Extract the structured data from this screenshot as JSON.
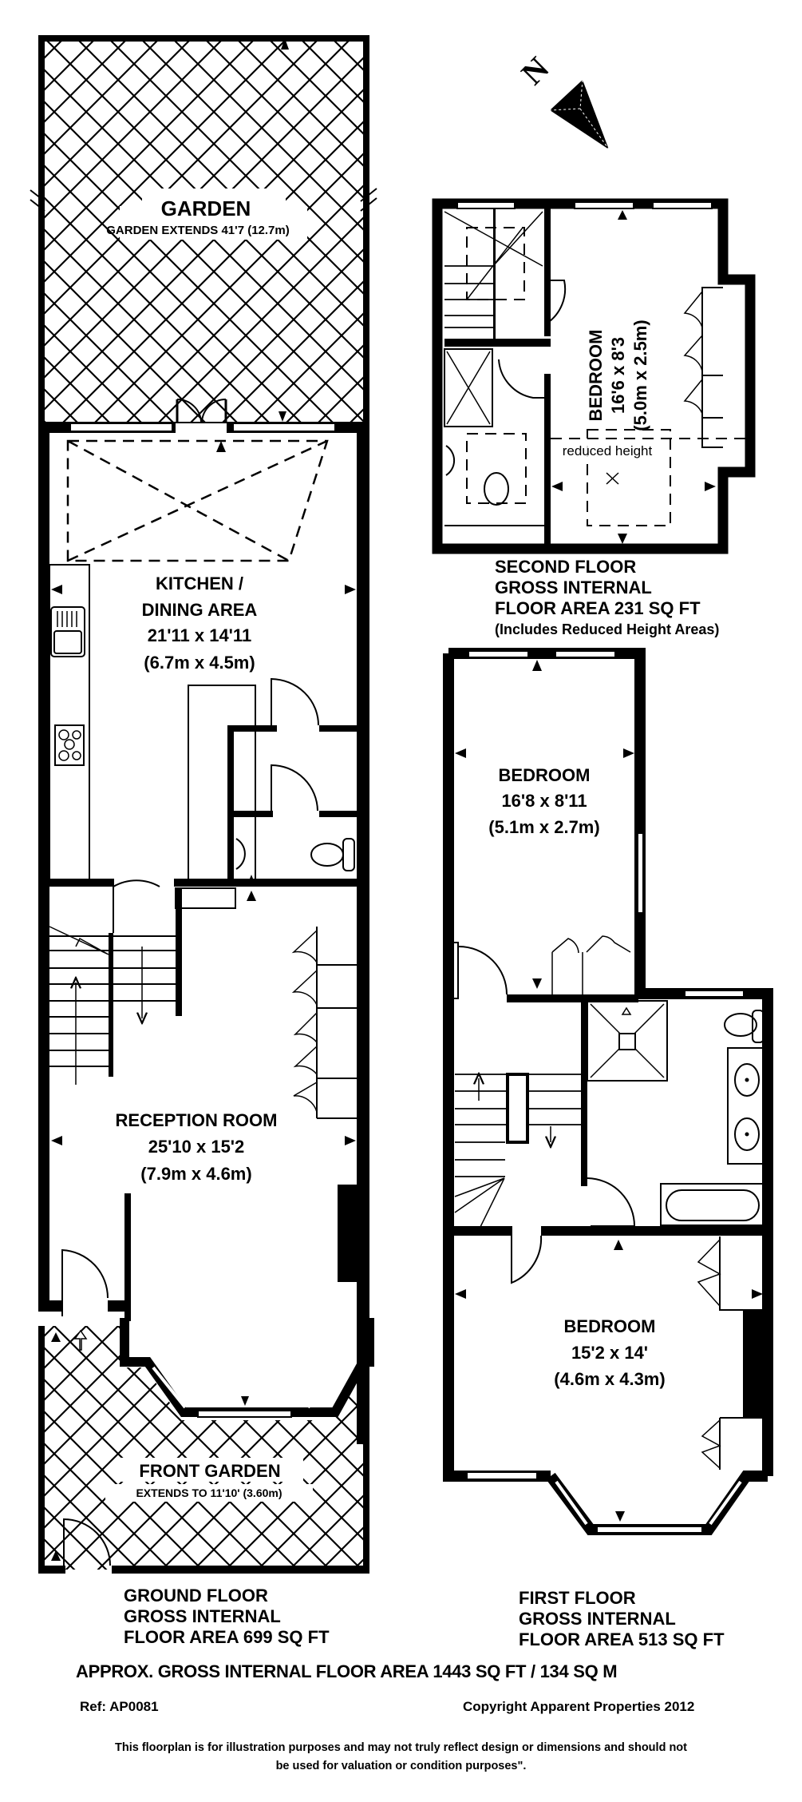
{
  "ground_floor": {
    "garden": {
      "title": "GARDEN",
      "subtitle": "GARDEN EXTENDS 41'7 (12.7m)"
    },
    "kitchen": {
      "name_line1": "KITCHEN  /",
      "name_line2": "DINING AREA",
      "dims_imperial": "21'11 x 14'11",
      "dims_metric": "(6.7m x 4.5m)"
    },
    "reception": {
      "name": "RECEPTION ROOM",
      "dims_imperial": "25'10 x 15'2",
      "dims_metric": "(7.9m x 4.6m)"
    },
    "front_garden": {
      "title": "FRONT GARDEN",
      "subtitle": "EXTENDS  TO 11'10' (3.60m)"
    },
    "caption": {
      "line1": "GROUND FLOOR",
      "line2": "GROSS INTERNAL",
      "line3": "FLOOR AREA 699 SQ FT"
    }
  },
  "second_floor": {
    "bedroom": {
      "name": "BEDROOM",
      "dims_imperial": "16'6 x 8'3",
      "dims_metric": "(5.0m x 2.5m)"
    },
    "reduced_height_label": "reduced height",
    "caption": {
      "line1": "SECOND  FLOOR",
      "line2": "GROSS INTERNAL",
      "line3": "FLOOR AREA 231 SQ FT",
      "line4": "(Includes Reduced Height Areas)"
    }
  },
  "first_floor": {
    "bedroom_rear": {
      "name": "BEDROOM",
      "dims_imperial": "16'8 x 8'11",
      "dims_metric": "(5.1m x 2.7m)"
    },
    "bedroom_front": {
      "name": "BEDROOM",
      "dims_imperial": "15'2 x 14'",
      "dims_metric": "(4.6m x 4.3m)"
    },
    "caption": {
      "line1": "FIRST FLOOR",
      "line2": "GROSS INTERNAL",
      "line3": "FLOOR AREA 513 SQ FT"
    }
  },
  "compass": {
    "label": "N",
    "icon": "north-arrow-icon"
  },
  "footer": {
    "total_area": "APPROX. GROSS INTERNAL FLOOR AREA 1443 SQ FT / 134 SQ M",
    "ref": "Ref:  AP0081",
    "copyright": "Copyright Apparent Properties 2012",
    "disclaimer_line1": "This floorplan is for illustration purposes and may not truly reflect design or dimensions and should not",
    "disclaimer_line2": "be used for valuation or condition purposes\"."
  },
  "colors": {
    "ink": "#000000",
    "paper": "#ffffff"
  }
}
